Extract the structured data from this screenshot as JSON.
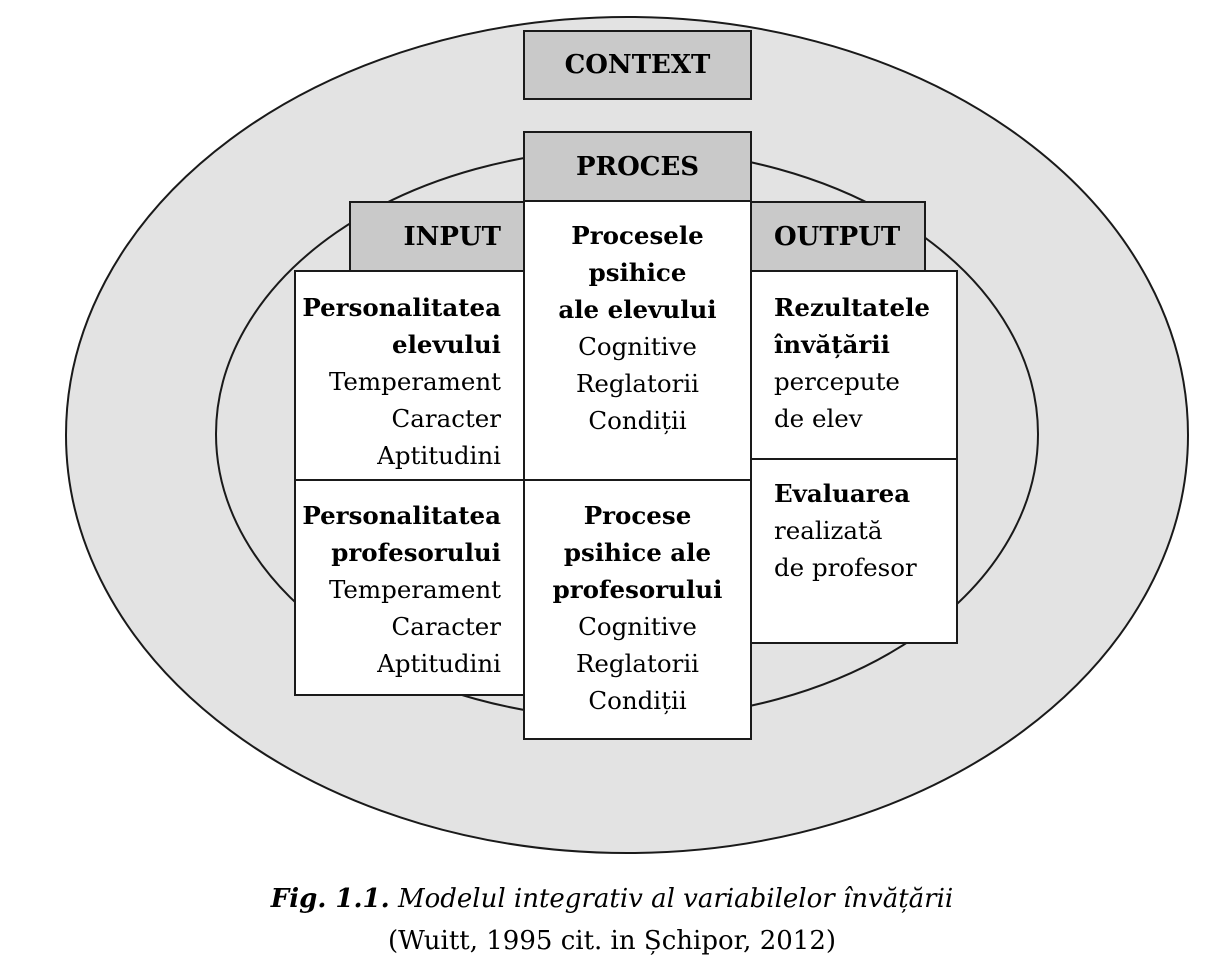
{
  "context": {
    "label": "CONTEXT"
  },
  "proces": {
    "label": "PROCES",
    "student": {
      "title_lines": [
        "Procesele",
        "psihice",
        "ale elevului"
      ],
      "items": [
        "Cognitive",
        "Reglatorii",
        "Condiții"
      ]
    },
    "teacher": {
      "title_lines": [
        "Procese",
        "psihice ale",
        "profesorului"
      ],
      "items": [
        "Cognitive",
        "Reglatorii",
        "Condiții"
      ]
    }
  },
  "input": {
    "label": "INPUT",
    "student": {
      "title_lines": [
        "Personalitatea",
        "elevului"
      ],
      "items": [
        "Temperament",
        "Caracter",
        "Aptitudini"
      ]
    },
    "teacher": {
      "title_lines": [
        "Personalitatea",
        "profesorului"
      ],
      "items": [
        "Temperament",
        "Caracter",
        "Aptitudini"
      ]
    }
  },
  "output": {
    "label": "OUTPUT",
    "results": {
      "title_lines": [
        "Rezultatele",
        "învățării"
      ],
      "items": [
        "percepute",
        "de elev"
      ]
    },
    "evaluation": {
      "title_lines": [
        "Evaluarea"
      ],
      "items": [
        "realizată",
        "de profesor"
      ]
    }
  },
  "caption": {
    "fig_label": "Fig. 1.1.",
    "fig_title": "Modelul integrativ al variabilelor învățării",
    "source": "(Wuitt, 1995 cit. in Șchipor, 2012)"
  },
  "colors": {
    "outer_ring": "#e3e3e3",
    "inner_ellipse": "#e3e3e3",
    "header_fill": "#c9c9c9",
    "border": "#1a1a1a"
  }
}
